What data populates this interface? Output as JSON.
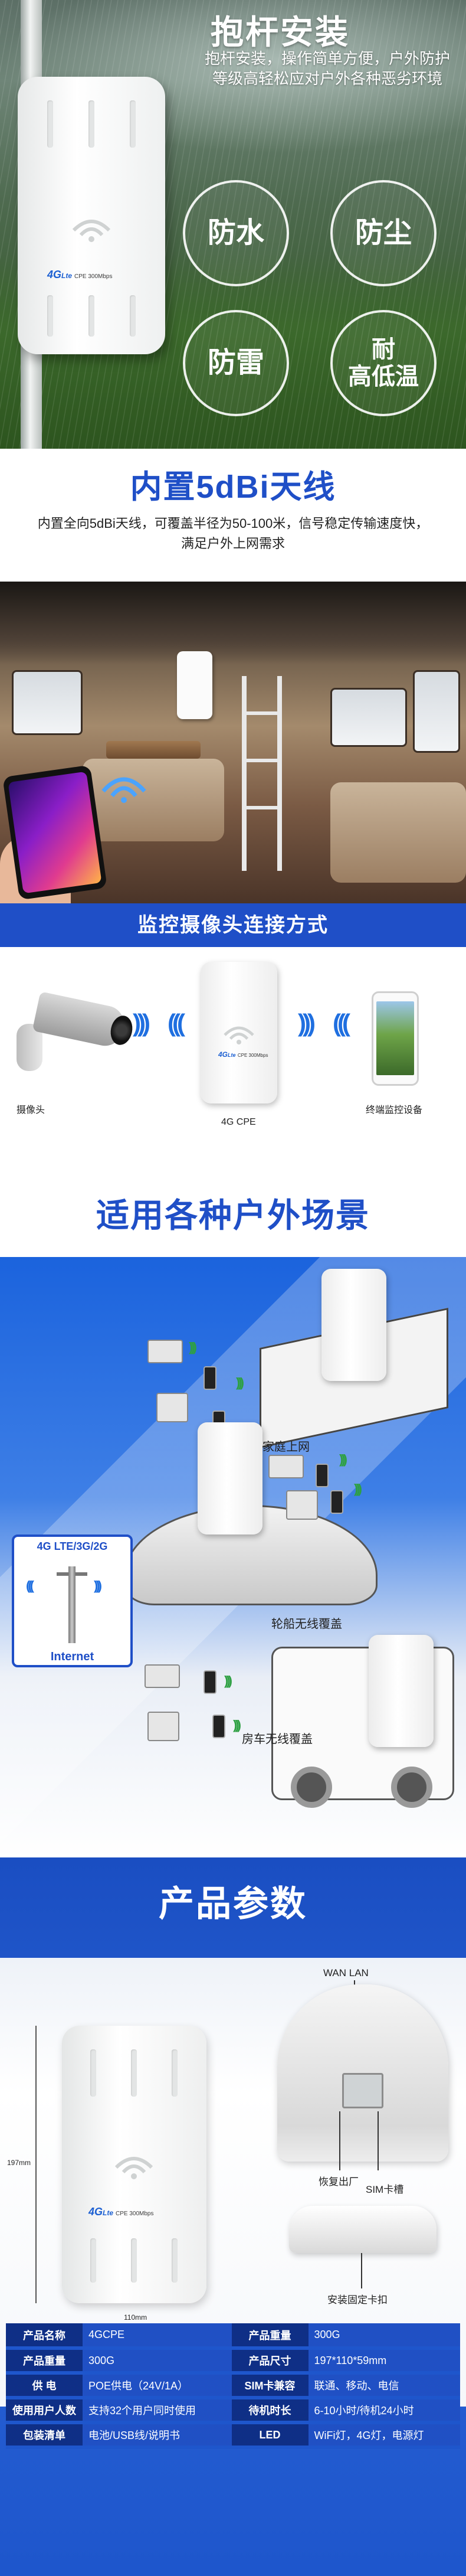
{
  "hero": {
    "title": "抱杆安装",
    "desc": "抱杆安装，操作简单方便，户外防护等级高轻松应对户外各种恶劣环境",
    "features": [
      "防水",
      "防尘",
      "防雷",
      "耐\n高低温"
    ]
  },
  "device": {
    "logo": "4G",
    "logo_sub": "Lte",
    "model_text": "CPE 300Mbps"
  },
  "antenna": {
    "title": "内置5dBi天线",
    "desc": "内置全向5dBi天线，可覆盖半径为50-100米，信号稳定传输速度快，满足户外上网需求"
  },
  "monitor": {
    "banner": "监控摄像头连接方式",
    "camera_label": "摄像头",
    "cpe_label": "4G CPE",
    "terminal_label": "终端监控设备"
  },
  "scenarios": {
    "title": "适用各种户外场景",
    "home_label": "家庭上网",
    "boat_label": "轮船无线覆盖",
    "rv_label": "房车无线覆盖",
    "tower_top": "4G LTE/3G/2G",
    "tower_bottom": "Internet"
  },
  "params": {
    "title": "产品参数",
    "height_label": "197mm",
    "width_label": "110mm",
    "wan_lan": "WAN LAN",
    "reset": "恢复出厂",
    "sim_slot": "SIM卡槽",
    "mount_label": "安装固定卡扣",
    "rows": [
      {
        "k1": "产品名称",
        "v1": "4GCPE",
        "k2": "产品重量",
        "v2": "300G"
      },
      {
        "k1": "产品重量",
        "v1": "300G",
        "k2": "产品尺寸",
        "v2": "197*110*59mm"
      },
      {
        "k1": "供 电",
        "v1": "POE供电（24V/1A）",
        "k2": "SIM卡兼容",
        "v2": "联通、移动、电信"
      },
      {
        "k1": "使用用户人数",
        "v1": "支持32个用户同时使用",
        "k2": "待机时长",
        "v2": "6-10小时/待机24小时"
      },
      {
        "k1": "包装清单",
        "v1": "电池/USB线/说明书",
        "k2": "LED",
        "v2": "WiFi灯，4G灯，电源灯"
      }
    ]
  }
}
